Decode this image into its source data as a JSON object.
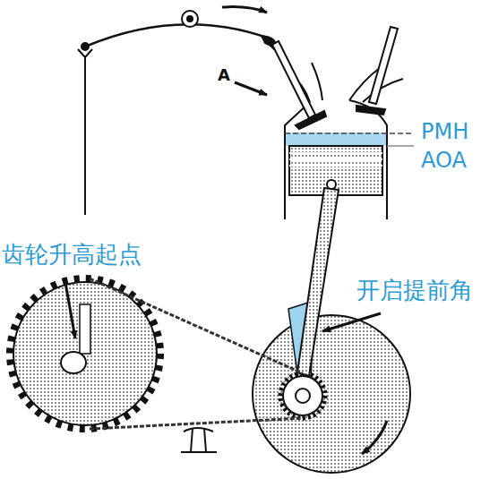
{
  "diagram": {
    "labels": [
      "A",
      "PMH",
      "AOA",
      "齿轮升高起点",
      "开启提前角"
    ]
  }
}
